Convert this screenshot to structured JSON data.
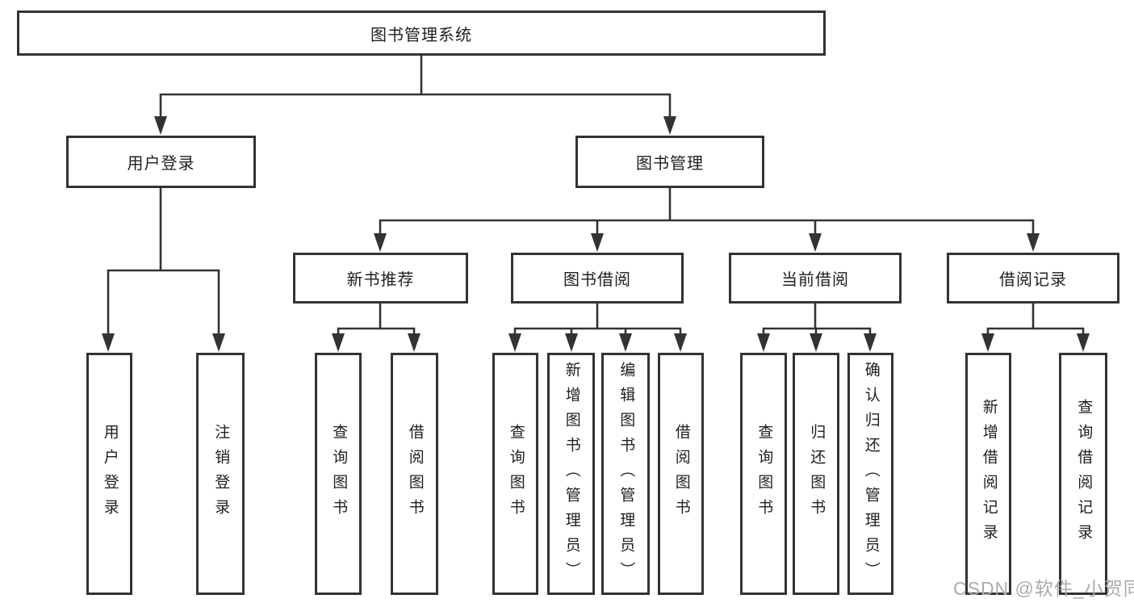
{
  "diagram": {
    "root": {
      "label": "图书管理系统"
    },
    "level2": [
      {
        "label": "用户登录"
      },
      {
        "label": "图书管理"
      }
    ],
    "level3": [
      {
        "label": "新书推荐"
      },
      {
        "label": "图书借阅"
      },
      {
        "label": "当前借阅"
      },
      {
        "label": "借阅记录"
      }
    ],
    "children": {
      "user_login": [
        "用户登录",
        "注销登录"
      ],
      "new_book": [
        "查询图书",
        "借阅图书"
      ],
      "book_borrow": [
        "查询图书",
        "新增图书（管理员）",
        "编辑图书（管理员）",
        "借阅图书"
      ],
      "current_borrow": [
        "查询图书",
        "归还图书",
        "确认归还（管理员）"
      ],
      "borrow_records": [
        "新增借阅记录",
        "查询借阅记录"
      ]
    }
  },
  "watermark": {
    "text": "CSDN @软件_小贺同学"
  },
  "colors": {
    "line": "#333333",
    "box_border": "#333333",
    "text": "#1f1f1f",
    "watermark": "#ababab",
    "background": "#ffffff"
  }
}
